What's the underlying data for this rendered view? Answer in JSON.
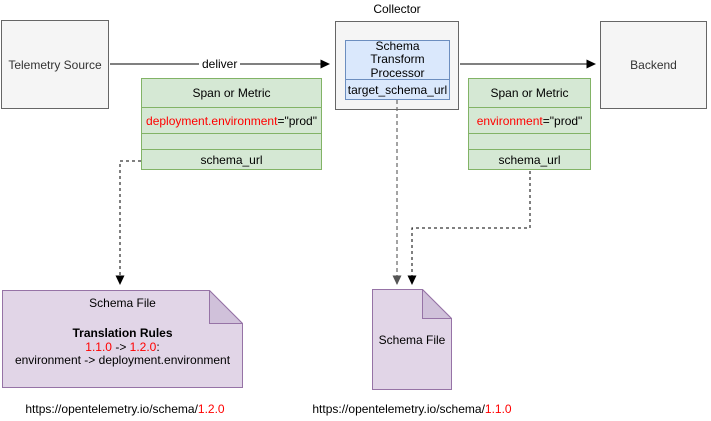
{
  "nodes": {
    "telemetry_source": {
      "label": "Telemetry Source"
    },
    "collector": {
      "label": "Collector"
    },
    "processor": {
      "title": "Schema Transform Processor",
      "field": "target_schema_url"
    },
    "backend": {
      "label": "Backend"
    },
    "span_left": {
      "header": "Span or Metric",
      "attr_key": "deployment.environment",
      "attr_rest": "=\"prod\"",
      "field": "schema_url"
    },
    "span_right": {
      "header": "Span or Metric",
      "attr_key": "environment",
      "attr_rest": "=\"prod\"",
      "field": "schema_url"
    },
    "schema_file_left": {
      "title": "Schema File",
      "rules_heading": "Translation Rules",
      "rule_from": "1.1.0",
      "rule_arrow": " -> ",
      "rule_to": "1.2.0",
      "rule_suffix": ":",
      "rule_mapping": "environment -> deployment.environment"
    },
    "schema_file_middle": {
      "title": "Schema File"
    }
  },
  "edges": {
    "deliver_label": "deliver"
  },
  "footer": {
    "left_url_base": "https://opentelemetry.io/schema/",
    "left_url_version": "1.2.0",
    "middle_url_base": "https://opentelemetry.io/schema/",
    "middle_url_version": "1.1.0"
  },
  "colors": {
    "red_highlight": "#ff0000",
    "green_fill": "#d5e8d4",
    "green_border": "#82b366",
    "blue_fill": "#dae8fc",
    "blue_border": "#6c8ebf",
    "purple_fill": "#e1d5e7",
    "purple_border": "#9673a6",
    "gray_fill": "#f5f5f5",
    "gray_border": "#666666"
  }
}
